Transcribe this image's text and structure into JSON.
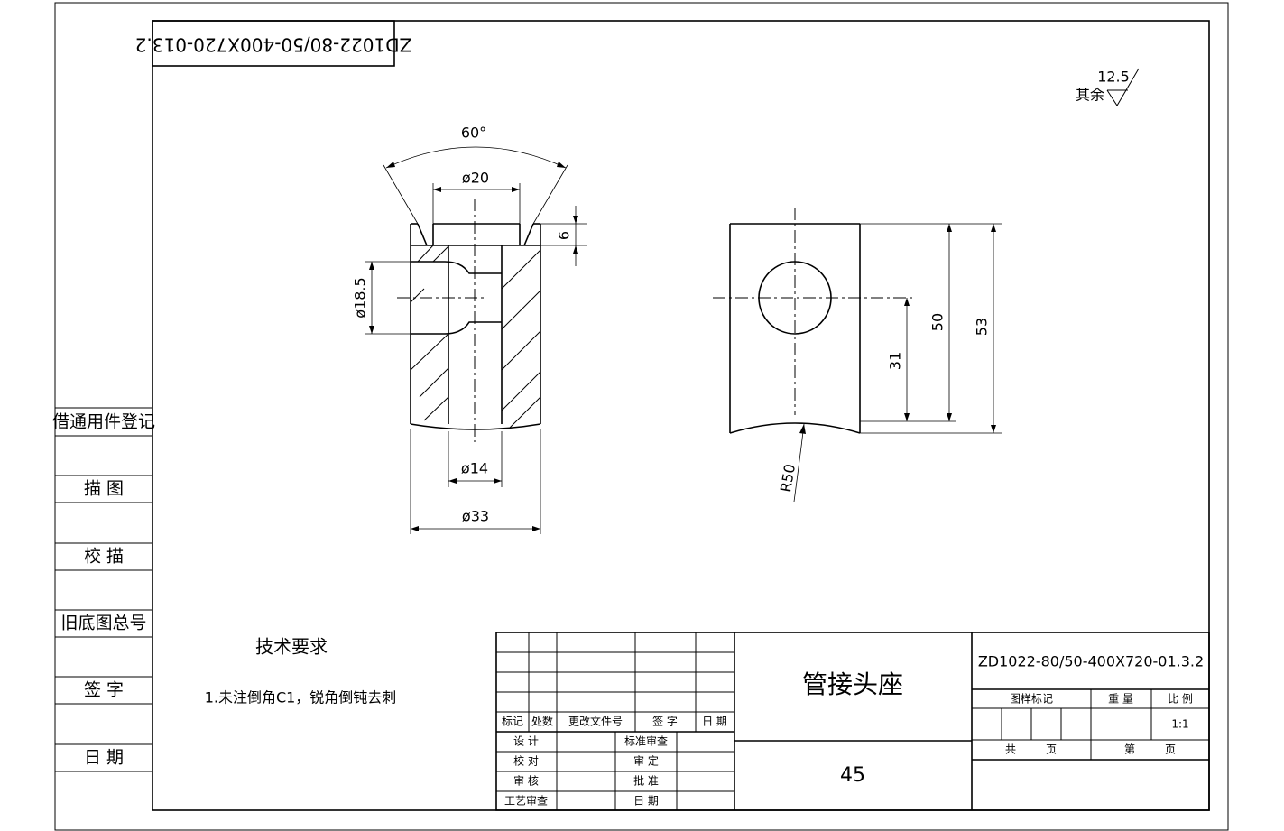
{
  "drawing_number": "ZD1022-80/50-400X720-01.3.2",
  "stamp_number": "ZD1022-80/50-400X720-013.2",
  "part_name": "管接头座",
  "material": "45",
  "roughness": {
    "label": "其余",
    "value": "12.5"
  },
  "left_strip": {
    "register": "借通用件登记",
    "trace": "描 图",
    "check_trace": "校 描",
    "old_number": "旧底图总号",
    "sign": "签 字",
    "date": "日 期"
  },
  "tech_req": {
    "title": "技术要求",
    "item1": "1.未注倒角C1，锐角倒钝去刺"
  },
  "dims": {
    "angle": "60°",
    "d20": "ø20",
    "h6": "6",
    "d18_5": "ø18.5",
    "d14": "ø14",
    "d33": "ø33",
    "h50": "50",
    "h53": "53",
    "h31": "31",
    "r50": "R50"
  },
  "title_block": {
    "mark": "标记",
    "count": "处数",
    "change_doc": "更改文件号",
    "signature": "签 字",
    "date": "日 期",
    "design": "设 计",
    "std_check": "标准审查",
    "proof": "校 对",
    "review": "审 定",
    "audit": "审 核",
    "approve": "批 准",
    "process": "工艺审查",
    "date2": "日 期",
    "sample_mark": "图样标记",
    "weight": "重 量",
    "scale": "比 例",
    "scale_value": "1:1",
    "total": "共",
    "pages": "页",
    "sheet": "第",
    "pages2": "页"
  }
}
